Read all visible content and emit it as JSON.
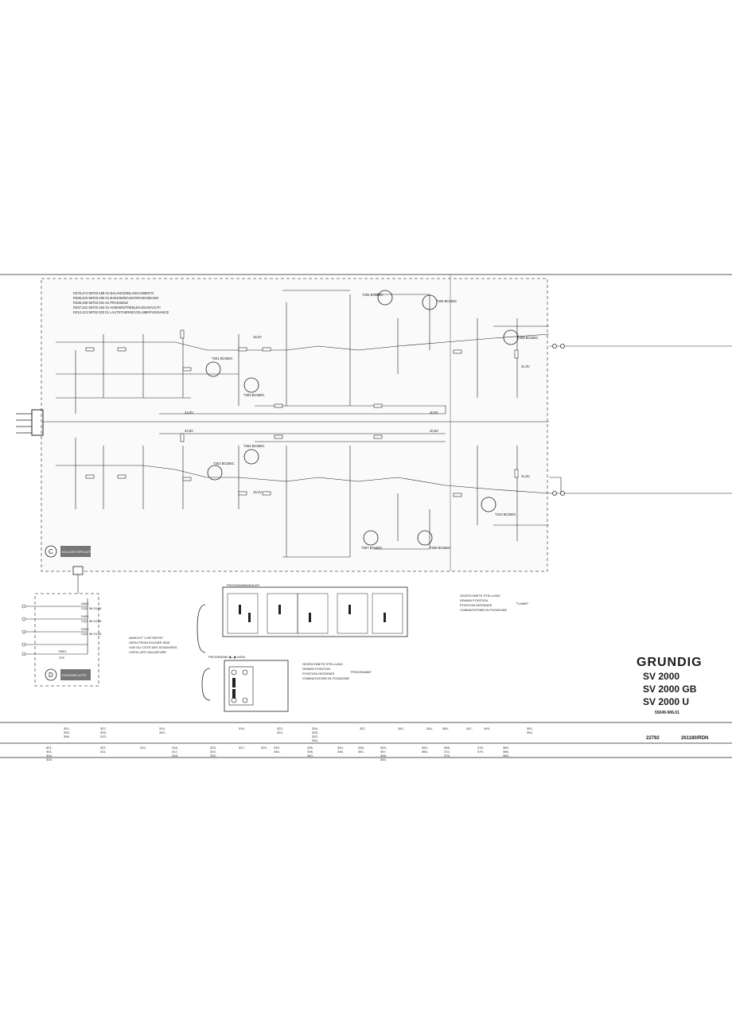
{
  "title_block": {
    "brand": "GRUNDIG",
    "models": [
      "SV 2000",
      "SV 2000  GB",
      "SV 2000  U"
    ],
    "drawing_number": "55049-906.01",
    "footer_left": "22792",
    "footer_right": "261180/RDN"
  },
  "legend": {
    "lines": [
      "R379,374   59703-199 01   BALANCE/BILANCIAMENTO",
      "R339,343   59703-200 01   BAESSE/BASS/GRAVES/BASSI",
      "R338,339   59703-201 01   PRAESENZ",
      "R337,341   59703-202 01   HOEHEN/TREBLE/AIGUS/ACUTI",
      "R312,313   59703   203 01   LAUTSTAERKE/VOLUME/PUISSANCE"
    ]
  },
  "boards": {
    "c_label": "C",
    "c_text": "KOLLEKTORPLATTE",
    "d_label": "D",
    "d_text": "DIODENPLATTE"
  },
  "switch_view": {
    "caption_lines": [
      "ANSICHT  \"LOETSEITE\"",
      "SEEN FROM SOLDER SIDE",
      "VUE DU CÔTE DES SOUDURES",
      "VISTA LATO SALDATURE"
    ],
    "programm_label": "PROGRAMMWÄHLER",
    "mon_label": "PROGRAMM ◀—▶ MON",
    "drawn_position_1": [
      "GEZEICHNETE STELLUNG",
      "DRAWN POSITION",
      "POSITION DESSINEE",
      "COMMUTATORE IN POSIZIONE"
    ],
    "position_1": "\"TUNER\"",
    "drawn_position_2": [
      "GEZEICHNETE STELLUNG",
      "DRAWN POSITION",
      "POSITION DESSINEE",
      "COMMUTATORE IN POSIZIONE"
    ],
    "position_2": "\"PROGRAMM\""
  },
  "diodes": {
    "labels": [
      "D601",
      "CQY 36  03-05",
      "D401",
      "CQY 36  03-05",
      "D401",
      "CQY 36  03-05",
      "R601",
      "27K"
    ]
  },
  "components": {
    "transistors": [
      "T301 BC550C",
      "T302 BC550C",
      "T303 BC560C",
      "T304 BC560C",
      "T305 BC550C",
      "T306 BC560C",
      "T307 BC550C",
      "T308 BC560C",
      "T309 BC550C",
      "T310 BC550C"
    ],
    "voltages": [
      "34,8V",
      "34,8V",
      "40,8V",
      "40,8V",
      "31,5V",
      "31,5V",
      "18,2V",
      "18,2V"
    ]
  },
  "table": {
    "row1": [
      "301, 303, 306,",
      "307, 309, 313,",
      "314, 320,",
      "319,",
      "322, 324,",
      "326, 328, 332, 334,",
      "337,",
      "342,",
      "344,",
      "350,",
      "347,",
      "349,",
      "351, 354,"
    ],
    "row2": [
      "601, 301, 304, 305,",
      "307, 311,",
      "312,",
      "316, 317, 318,",
      "323, 324, 325,",
      "327,",
      "329,",
      "333, 334,",
      "335, 338, 340,",
      "344, 346,",
      "348, 351,",
      "353, 357, 358, 362,",
      "363, 366,",
      "368, 372, 375,",
      "376, 379,",
      "383, 386, 389,"
    ]
  }
}
